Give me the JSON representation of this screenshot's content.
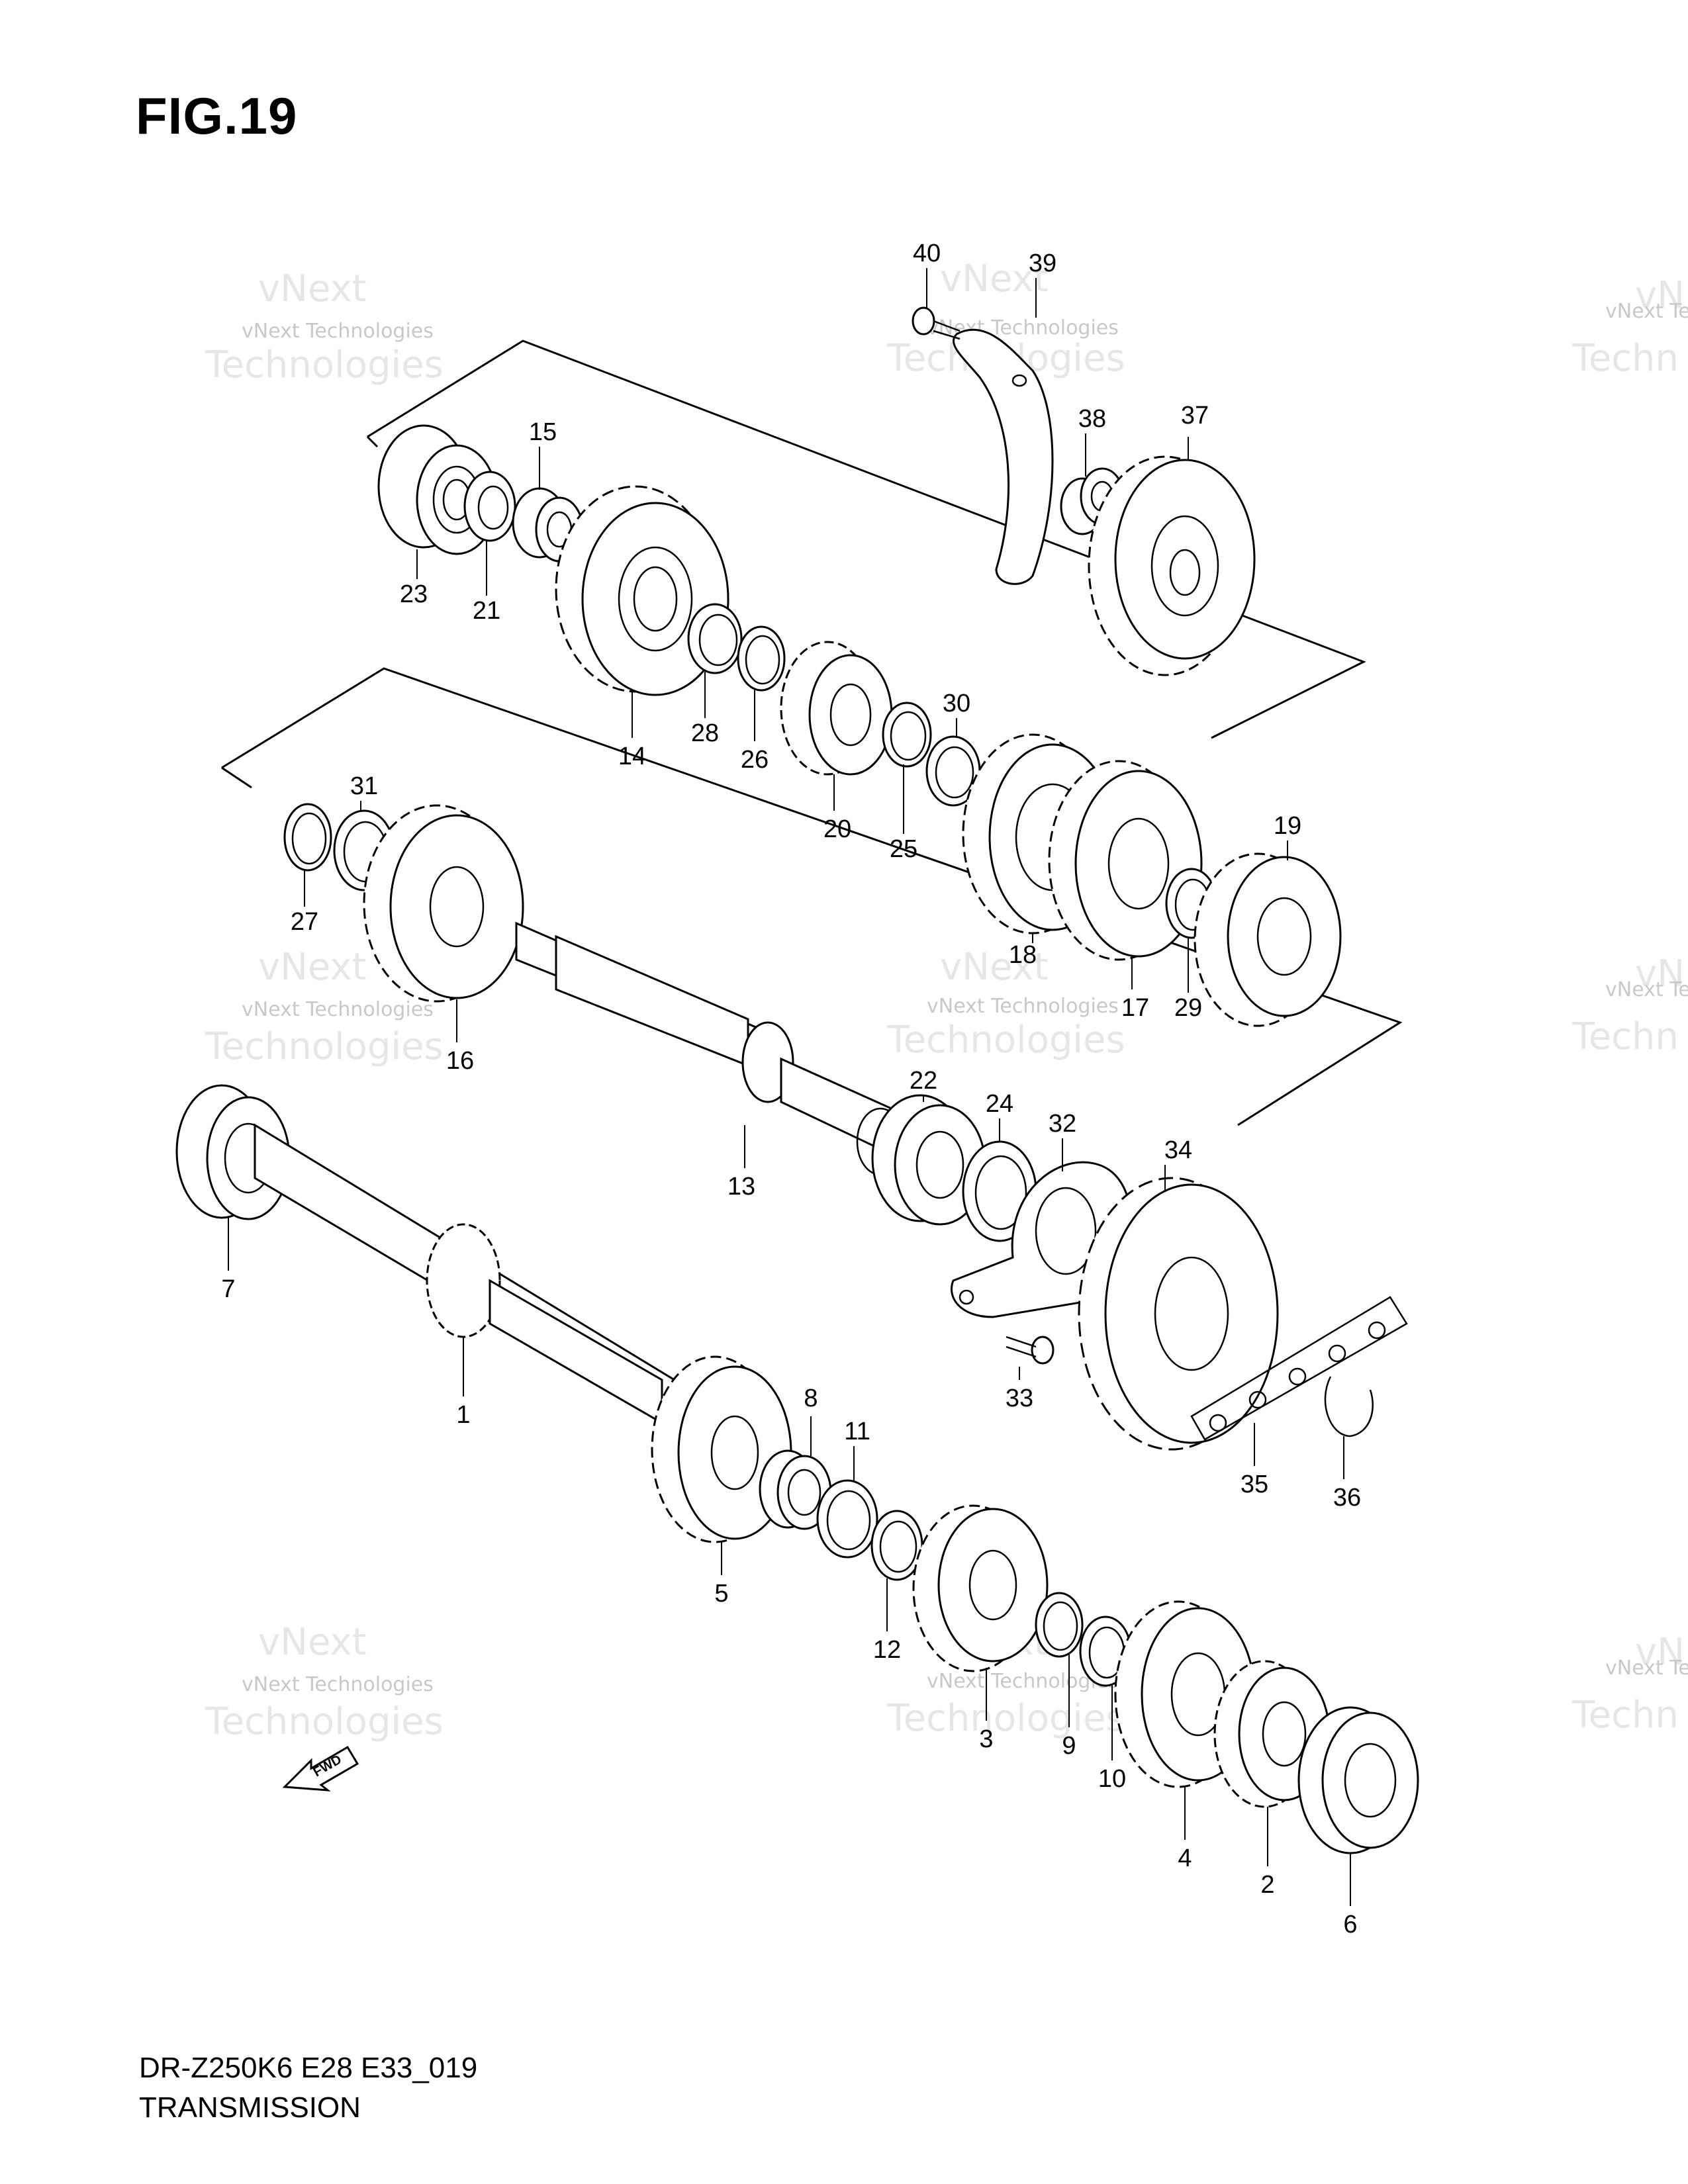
{
  "figure_title": "FIG.19",
  "footer": {
    "model_code": "DR-Z250K6 E28 E33_019",
    "section_name": "TRANSMISSION"
  },
  "watermark": {
    "line1": "vNext Technologies",
    "line2": "vNext",
    "line3": "Technologies",
    "partial1": "vN",
    "partial2": "vNext Te",
    "partial3": "Techn"
  },
  "fwd_label": "FWD",
  "callouts": [
    "1",
    "2",
    "3",
    "4",
    "5",
    "6",
    "7",
    "8",
    "9",
    "10",
    "11",
    "12",
    "13",
    "14",
    "15",
    "16",
    "17",
    "18",
    "19",
    "20",
    "21",
    "22",
    "23",
    "24",
    "25",
    "26",
    "27",
    "28",
    "29",
    "30",
    "31",
    "32",
    "33",
    "34",
    "35",
    "36",
    "37",
    "38",
    "39",
    "40"
  ]
}
